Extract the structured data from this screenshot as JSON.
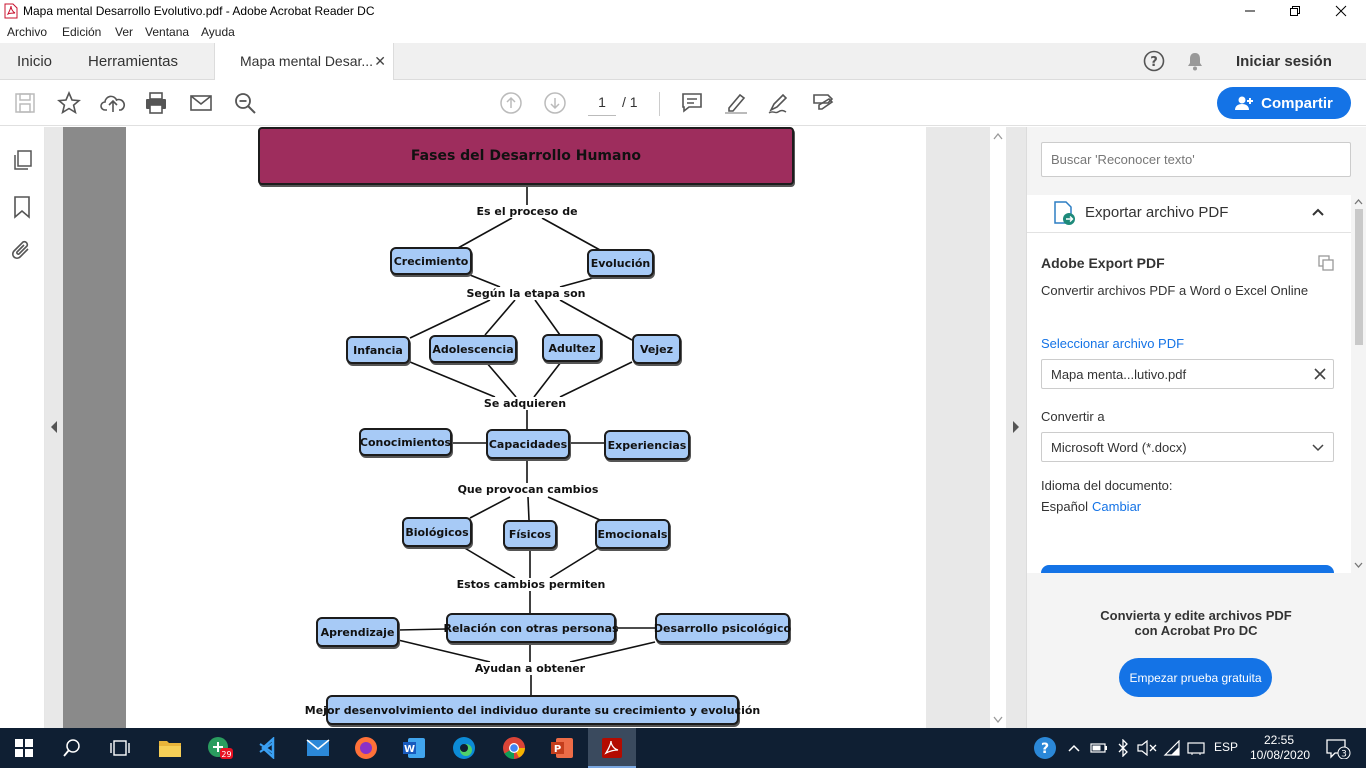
{
  "window": {
    "title": "Mapa mental Desarrollo Evolutivo.pdf - Adobe Acrobat Reader DC"
  },
  "menu": [
    "Archivo",
    "Edición",
    "Ver",
    "Ventana",
    "Ayuda"
  ],
  "tabs": {
    "home": "Inicio",
    "tools": "Herramientas",
    "document": "Mapa mental Desar..."
  },
  "header": {
    "signin": "Iniciar sesión"
  },
  "toolbar": {
    "page_current": "1",
    "page_total": "/ 1",
    "share": "Compartir"
  },
  "mindmap": {
    "title": "Fases del Desarrollo Humano",
    "link1": "Es el proceso de",
    "growth": "Crecimiento",
    "evolution": "Evolución",
    "link2": "Según la etapa son",
    "stages": [
      "Infancia",
      "Adolescencia",
      "Adultez",
      "Vejez"
    ],
    "link3": "Se adquieren",
    "knowledge": "Conocimientos",
    "capacities": "Capacidades",
    "experiences": "Experiencias",
    "link4": "Que provocan cambios",
    "biological": "Biológicos",
    "physical": "Físicos",
    "emotional": "Emocionals",
    "link5": "Estos cambios permiten",
    "learning": "Aprendizaje",
    "relation": "Relación con otras personas",
    "psych": "Desarrollo psicológico",
    "link6": "Ayudan a obtener",
    "final": "Mejor desenvolvimiento del individuo durante su crecimiento y evolución"
  },
  "right_panel": {
    "search_placeholder": "Buscar 'Reconocer texto'",
    "export_title": "Exportar archivo PDF",
    "service_name": "Adobe Export PDF",
    "service_desc": "Convertir archivos PDF a Word o Excel Online",
    "select_file": "Seleccionar archivo PDF",
    "file_name": "Mapa menta...lutivo.pdf",
    "convert_to": "Convertir a",
    "format": "Microsoft Word (*.docx)",
    "language_label": "Idioma del documento:",
    "language": "Español",
    "change": "Cambiar",
    "promo_line1": "Convierta y edite archivos PDF",
    "promo_line2": "con Acrobat Pro DC",
    "trial": "Empezar prueba gratuita"
  },
  "taskbar": {
    "badge": "29",
    "lang": "ESP",
    "time": "22:55",
    "date": "10/08/2020",
    "notif_count": "3"
  }
}
